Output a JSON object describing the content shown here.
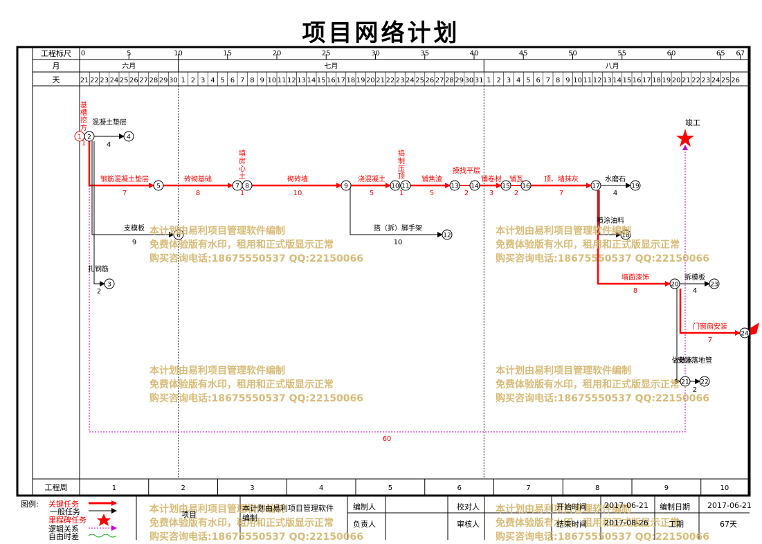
{
  "title": "项目网络计划",
  "colors": {
    "critical": "#ff0000",
    "normal": "#000000",
    "milestone": "#ff0000",
    "logic": "#cc00cc",
    "float": "#00aa00",
    "watermark": "#d4b46a"
  },
  "header": {
    "scale_label": "工程标尺",
    "month_label": "月",
    "day_label": "天",
    "week_label": "工程周",
    "scale_ticks": [
      "0",
      "5",
      "10",
      "15",
      "20",
      "25",
      "30",
      "35",
      "40",
      "45",
      "50",
      "55",
      "60",
      "65",
      "67"
    ],
    "months": [
      {
        "label": "六月",
        "from": 0,
        "to": 10
      },
      {
        "label": "七月",
        "from": 10,
        "to": 41
      },
      {
        "label": "八月",
        "from": 41,
        "to": 67
      }
    ],
    "days": [
      "21",
      "22",
      "23",
      "24",
      "25",
      "26",
      "27",
      "28",
      "29",
      "30",
      "1",
      "2",
      "3",
      "4",
      "5",
      "6",
      "7",
      "8",
      "9",
      "10",
      "11",
      "12",
      "13",
      "14",
      "15",
      "16",
      "17",
      "18",
      "19",
      "20",
      "21",
      "22",
      "23",
      "24",
      "25",
      "26",
      "27",
      "28",
      "29",
      "30",
      "31",
      "1",
      "2",
      "3",
      "4",
      "5",
      "6",
      "7",
      "8",
      "9",
      "10",
      "11",
      "12",
      "13",
      "14",
      "15",
      "16",
      "17",
      "18",
      "19",
      "20",
      "21",
      "22",
      "23",
      "24",
      "25",
      "26"
    ],
    "weeks": [
      "1",
      "2",
      "3",
      "4",
      "5",
      "6",
      "7",
      "8",
      "9",
      "10"
    ]
  },
  "diagram": {
    "tasks": [
      {
        "label": "基槽挖方",
        "duration": "1",
        "critical": true
      },
      {
        "label": "混凝土垫层",
        "duration": "4",
        "critical": false
      },
      {
        "label": "钢筋混凝土垫层",
        "duration": "7",
        "critical": true
      },
      {
        "label": "砖砌基础",
        "duration": "8",
        "critical": true
      },
      {
        "label": "填房心土",
        "duration": "1",
        "critical": true
      },
      {
        "label": "砌砖墙",
        "duration": "10",
        "critical": true
      },
      {
        "label": "浇混凝土",
        "duration": "5",
        "critical": true
      },
      {
        "label": "捣制压顶",
        "duration": "1",
        "critical": true
      },
      {
        "label": "铺焦渣",
        "duration": "5",
        "critical": true
      },
      {
        "label": "摸找平层",
        "duration": "2",
        "critical": true
      },
      {
        "label": "铺卷材",
        "duration": "3",
        "critical": true
      },
      {
        "label": "铺瓦",
        "duration": "2",
        "critical": true
      },
      {
        "label": "顶、墙抹灰",
        "duration": "7",
        "critical": true
      },
      {
        "label": "水磨石",
        "duration": "4",
        "critical": false
      },
      {
        "label": "支模板",
        "duration": "9",
        "critical": false
      },
      {
        "label": "搭（拆）脚手架",
        "duration": "10",
        "critical": false
      },
      {
        "label": "扎钢筋",
        "duration": "2",
        "critical": false
      },
      {
        "label": "喷涂油料",
        "duration": "",
        "critical": false
      },
      {
        "label": "墙面漆饰",
        "duration": "8",
        "critical": true
      },
      {
        "label": "拆模板",
        "duration": "4",
        "critical": false
      },
      {
        "label": "门窗扇安装",
        "duration": "7",
        "critical": true
      },
      {
        "label": "做散水",
        "duration": "",
        "critical": false
      },
      {
        "label": "安装落地管",
        "duration": "2",
        "critical": false
      },
      {
        "label": "竣工",
        "duration": "",
        "critical": false
      }
    ],
    "nodes": [
      "1",
      "2",
      "3",
      "4",
      "5",
      "6",
      "7",
      "8",
      "9",
      "10",
      "11",
      "12",
      "13",
      "14",
      "15",
      "16",
      "17",
      "18",
      "19",
      "20",
      "21",
      "22",
      "23",
      "24"
    ],
    "total_span": "60"
  },
  "watermark": {
    "line1": "本计划由易利项目管理软件编制",
    "line2": "免费体验版有水印，租用和正式版显示正常",
    "line3": "购买咨询电话:18675550537 QQ:22150066"
  },
  "legend": {
    "title": "图例:",
    "critical": "关键任务",
    "normal": "一般任务",
    "milestone": "里程碑任务",
    "logic": "逻辑关系",
    "float": "自由时差"
  },
  "footer": {
    "project_label": "项目",
    "compiled_line1": "本计划由易利项目管理软件",
    "compiled_line2": "编制",
    "editor_label": "编制人",
    "owner_label": "负责人",
    "proofreader_label": "校对人",
    "reviewer_label": "审核人",
    "start_label": "开始时间",
    "start_value": "2017-06-21",
    "end_label": "结束时间",
    "end_value": "2017-08-26",
    "compile_date_label": "编制日期",
    "compile_date_value": "2017-06-21",
    "period_label": "工期",
    "period_value": "67天"
  }
}
